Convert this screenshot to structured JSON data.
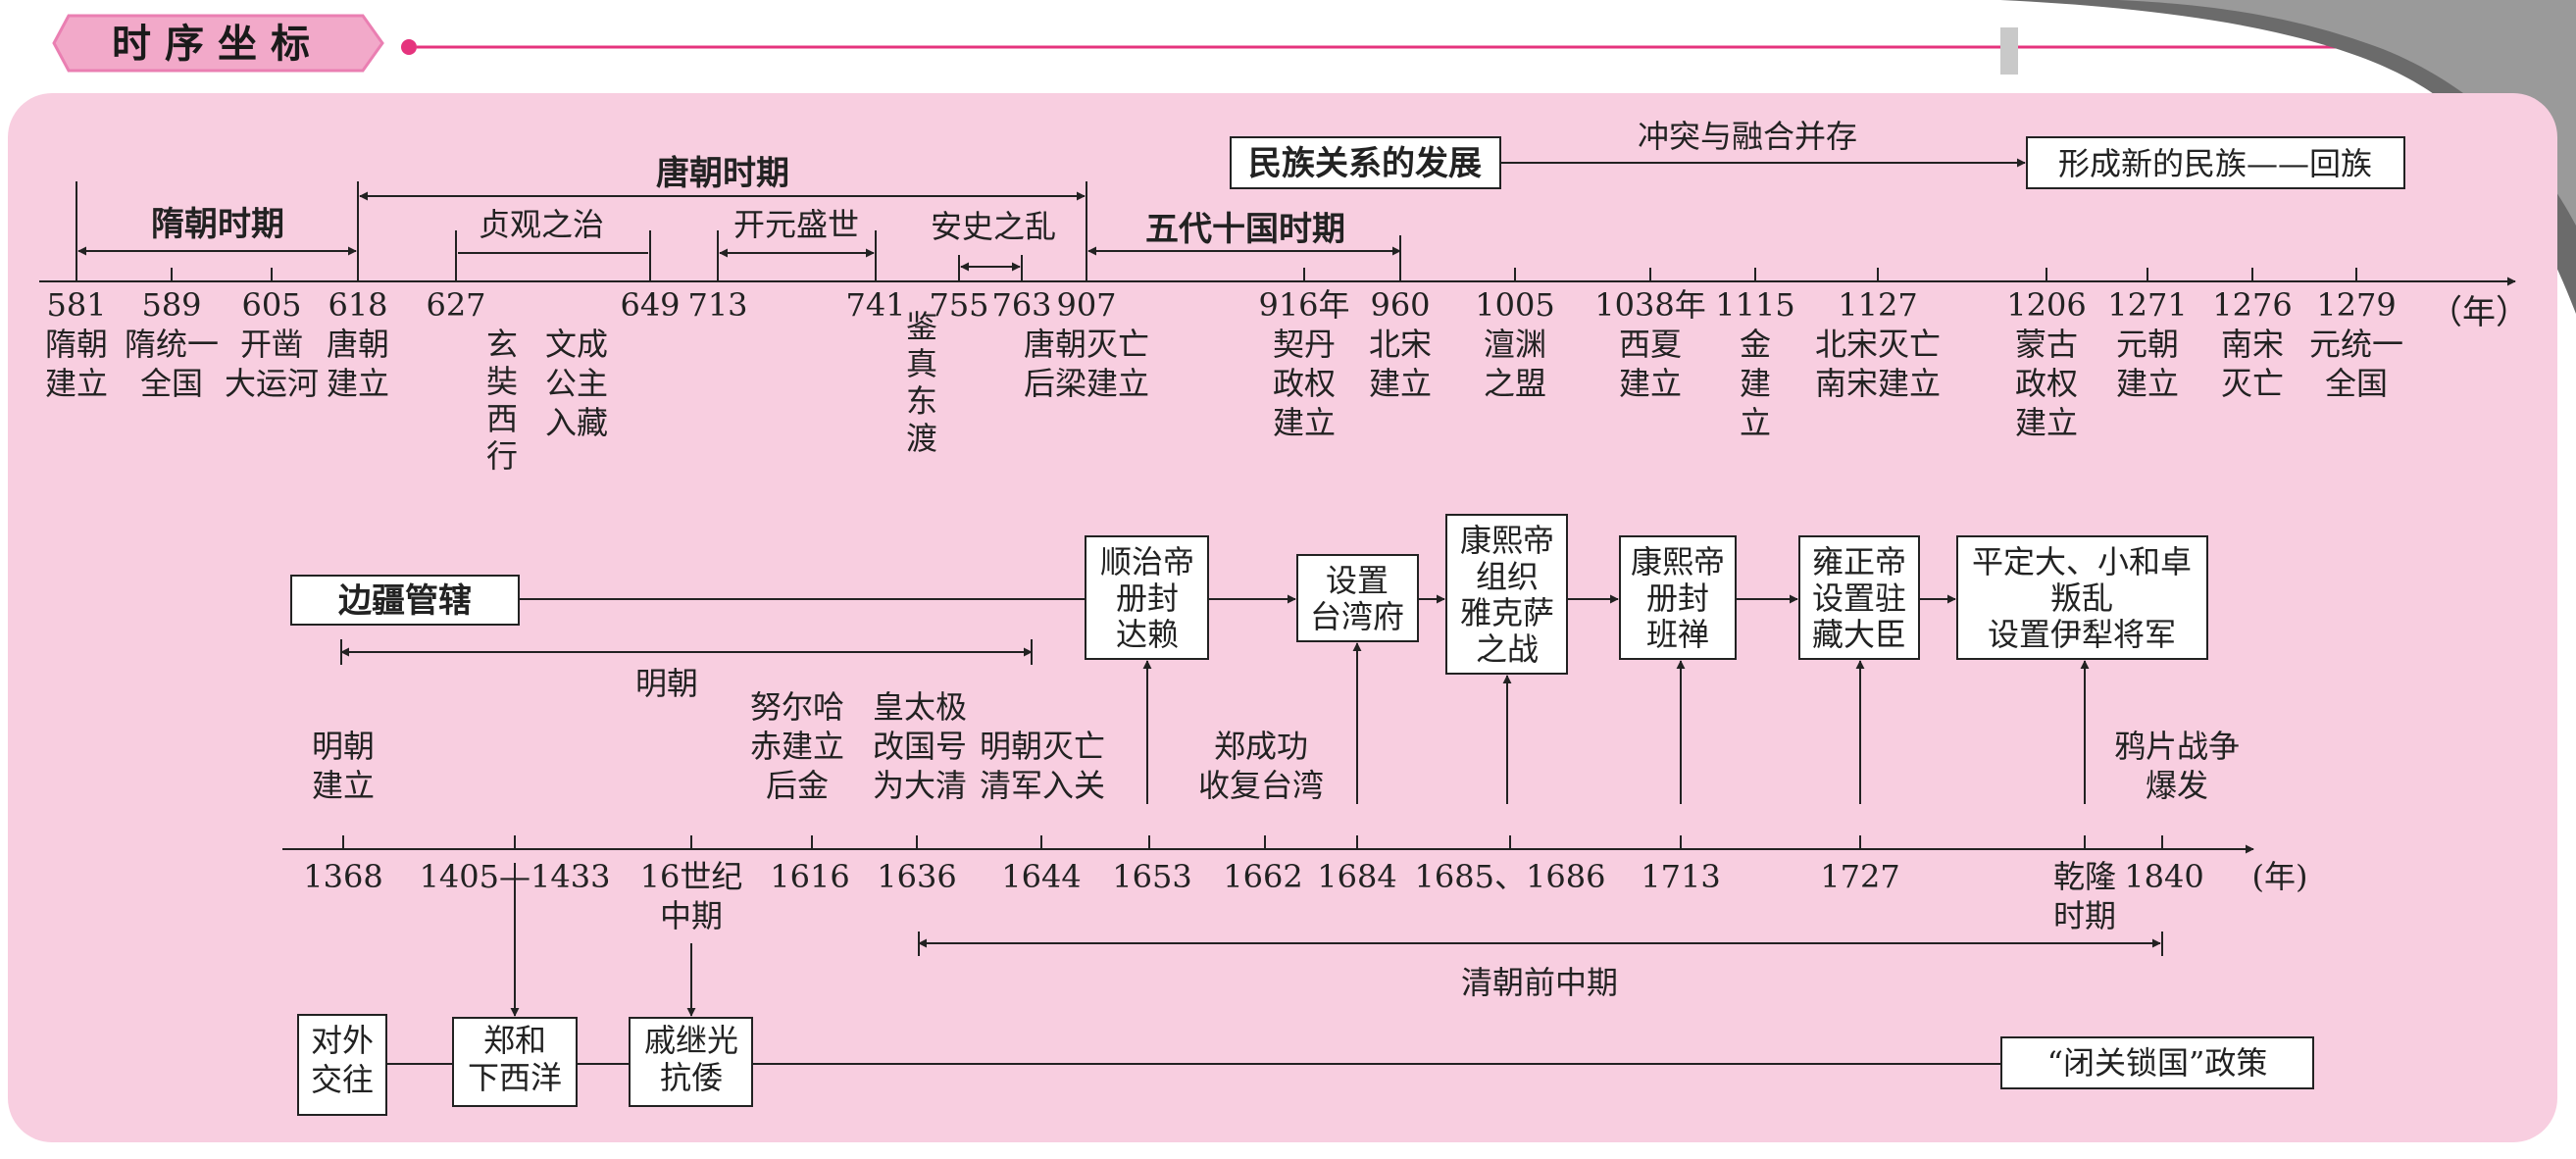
{
  "header": {
    "title": "时序坐标"
  },
  "top": {
    "ethnic_box": "民族关系的发展",
    "ethnic_arrow_label": "冲突与融合并存",
    "ethnic_result_box": "形成新的民族——回族",
    "period_sui": "隋朝时期",
    "period_tang": "唐朝时期",
    "period_wudai": "五代十国时期",
    "sub_zhenguan": "贞观之治",
    "sub_kaiyuan": "开元盛世",
    "sub_anshi": "安史之乱",
    "axis_unit": "（年）",
    "ticks": [
      {
        "year": "581",
        "desc": [
          "隋朝",
          "建立"
        ]
      },
      {
        "year": "589",
        "desc": [
          "隋统一",
          "全国"
        ]
      },
      {
        "year": "605",
        "desc": [
          "开凿",
          "大运河"
        ]
      },
      {
        "year": "618",
        "desc": [
          "唐朝",
          "建立"
        ]
      },
      {
        "year": "627",
        "desc": []
      },
      {
        "year": "649",
        "desc": []
      },
      {
        "year": "713",
        "desc": []
      },
      {
        "year": "741",
        "desc": []
      },
      {
        "year": "755",
        "desc": []
      },
      {
        "year": "763",
        "desc": []
      },
      {
        "year": "907",
        "desc": [
          "唐朝灭亡",
          "后梁建立"
        ]
      },
      {
        "year": "916年",
        "desc": [
          "契丹",
          "政权",
          "建立"
        ]
      },
      {
        "year": "960",
        "desc": [
          "北宋",
          "建立"
        ]
      },
      {
        "year": "1005",
        "desc": [
          "澶渊",
          "之盟"
        ]
      },
      {
        "year": "1038年",
        "desc": [
          "西夏",
          "建立"
        ]
      },
      {
        "year": "1115",
        "desc": [
          "金",
          "建",
          "立"
        ]
      },
      {
        "year": "1127",
        "desc": [
          "北宋灭亡",
          "南宋建立"
        ]
      },
      {
        "year": "1206",
        "desc": [
          "蒙古",
          "政权",
          "建立"
        ]
      },
      {
        "year": "1271",
        "desc": [
          "元朝",
          "建立"
        ]
      },
      {
        "year": "1276",
        "desc": [
          "南宋",
          "灭亡"
        ]
      },
      {
        "year": "1279",
        "desc": [
          "元统一",
          "全国"
        ]
      }
    ],
    "vertical_notes": [
      {
        "label": "xuanzang",
        "chars": "玄奘西行"
      },
      {
        "label": "wencheng",
        "chars": "文成公主入藏"
      },
      {
        "label": "jianzhen",
        "chars": "鉴真东渡"
      }
    ]
  },
  "bottom": {
    "frontier_box": "边疆管辖",
    "ming_label": "明朝",
    "qing_label": "清朝前中期",
    "axis_unit": "(年)",
    "flow_boxes": [
      [
        "顺治帝",
        "册封",
        "达赖"
      ],
      [
        "设置",
        "台湾府"
      ],
      [
        "康熙帝",
        "组织",
        "雅克萨",
        "之战"
      ],
      [
        "康熙帝",
        "册封",
        "班禅"
      ],
      [
        "雍正帝",
        "设置驻",
        "藏大臣"
      ],
      [
        "平定大、小和卓",
        "叛乱",
        "设置伊犁将军"
      ]
    ],
    "ticks": [
      {
        "year": "1368",
        "above": [
          "明朝",
          "建立"
        ]
      },
      {
        "year": "1405—1433",
        "above": []
      },
      {
        "year": "16世纪",
        "year2": "中期",
        "above": []
      },
      {
        "year": "1616",
        "above": [
          "努尔哈",
          "赤建立",
          "后金"
        ]
      },
      {
        "year": "1636",
        "above": [
          "皇太极",
          "改国号",
          "为大清"
        ]
      },
      {
        "year": "1644",
        "above": [
          "明朝灭亡",
          "清军入关"
        ]
      },
      {
        "year": "1653",
        "above": []
      },
      {
        "year": "1662",
        "above": [
          "郑成功",
          "收复台湾"
        ]
      },
      {
        "year": "1684",
        "above": []
      },
      {
        "year": "1685、1686",
        "above": []
      },
      {
        "year": "1713",
        "above": []
      },
      {
        "year": "1727",
        "above": []
      },
      {
        "year": "乾隆",
        "year2": "时期",
        "above": []
      },
      {
        "year": "1840",
        "above": [
          "鸦片战争",
          "爆发"
        ]
      }
    ],
    "foreign_box": [
      "对外",
      "交往"
    ],
    "zhenghe_box": [
      "郑和",
      "下西洋"
    ],
    "qijiguang_box": [
      "戚继光",
      "抗倭"
    ],
    "closed_policy_box": "“闭关锁国”政策"
  }
}
